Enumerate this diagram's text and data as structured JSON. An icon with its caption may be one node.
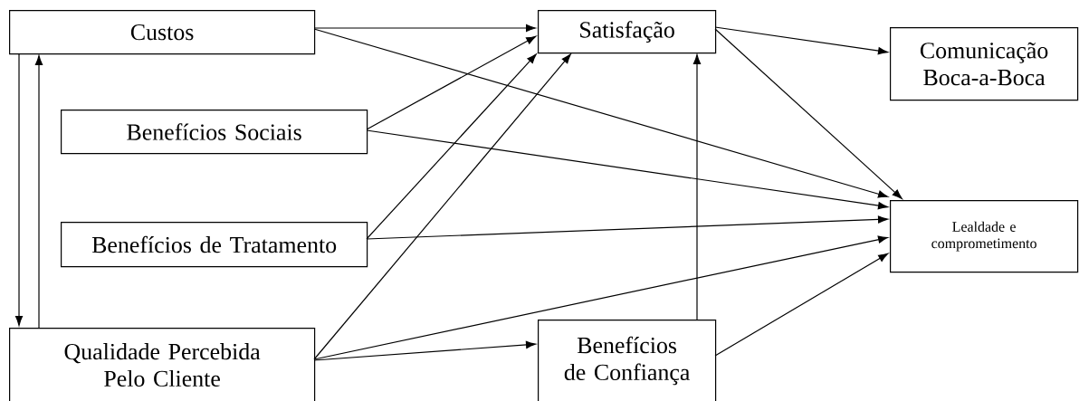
{
  "diagram": {
    "nodes": [
      {
        "text": [
          "Custos"
        ]
      },
      {
        "text": [
          "Satisfação"
        ]
      },
      {
        "text": [
          "Comunicação Boca-a-Boca"
        ]
      },
      {
        "text": [
          "Benefícios Sociais"
        ]
      },
      {
        "text": [
          "Lealdade e comprometimento"
        ]
      },
      {
        "text": [
          "Benefícios de Tratamento"
        ]
      },
      {
        "text": [
          "Qualidade Percebida Pelo Cliente"
        ]
      },
      {
        "text": [
          "Benefícios de Confiança"
        ]
      }
    ],
    "edges": [
      {
        "from": 0,
        "to": 1,
        "arrow": "to"
      },
      {
        "from": 0,
        "to": 4,
        "arrow": "to"
      },
      {
        "from": 0,
        "to": 6,
        "arrow": "to"
      },
      {
        "from": 6,
        "to": 0,
        "arrow": "to"
      },
      {
        "from": 3,
        "to": 1,
        "arrow": "to"
      },
      {
        "from": 3,
        "to": 4,
        "arrow": "to"
      },
      {
        "from": 5,
        "to": 1,
        "arrow": "to"
      },
      {
        "from": 5,
        "to": 4,
        "arrow": "to"
      },
      {
        "from": 6,
        "to": 1,
        "arrow": "to"
      },
      {
        "from": 6,
        "to": 4,
        "arrow": "to"
      },
      {
        "from": 6,
        "to": 7,
        "arrow": "to"
      },
      {
        "from": 1,
        "to": 2,
        "arrow": "to"
      },
      {
        "from": 1,
        "to": 4,
        "arrow": "to"
      },
      {
        "from": 7,
        "to": 1,
        "arrow": "to"
      },
      {
        "from": 7,
        "to": 4,
        "arrow": "to"
      }
    ]
  }
}
